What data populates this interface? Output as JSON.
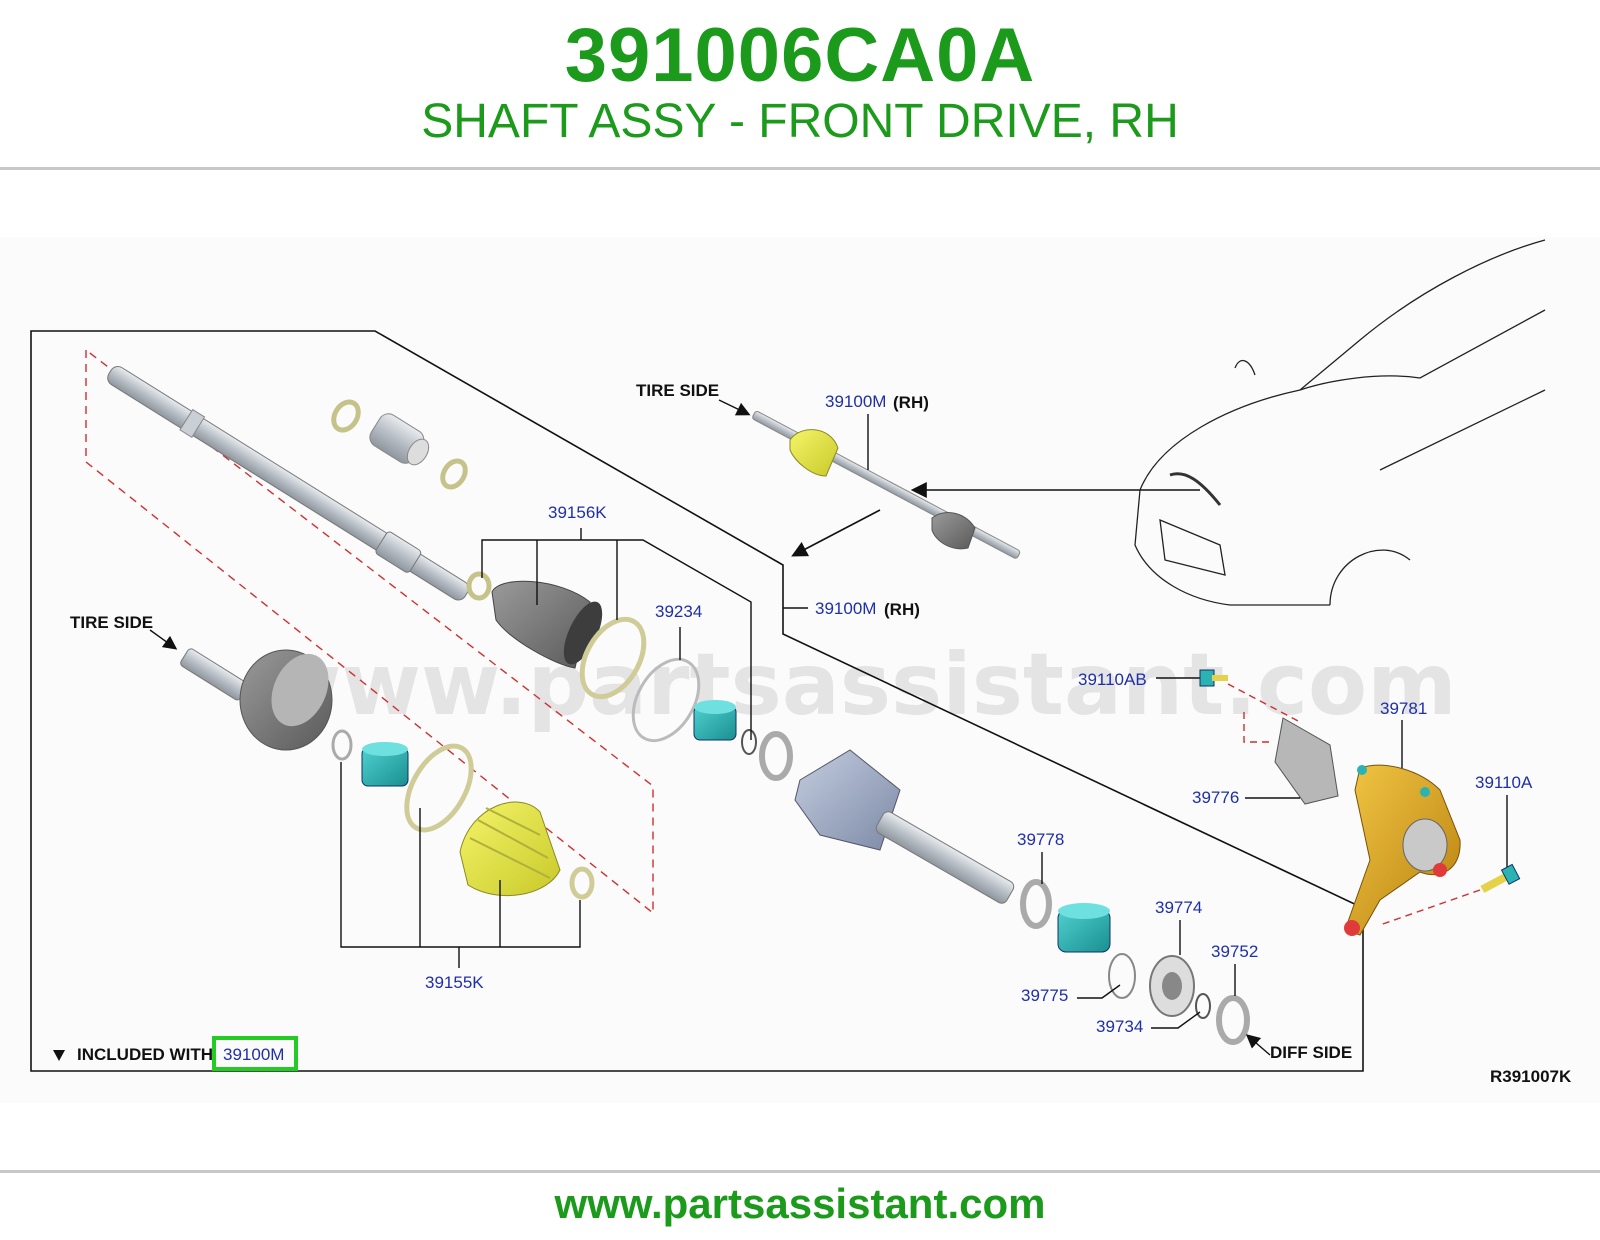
{
  "header": {
    "part_number": "391006CA0A",
    "description": "SHAFT ASSY - FRONT DRIVE, RH"
  },
  "footer": {
    "url": "www.partsassistant.com"
  },
  "watermark": "www.partsassistant.com",
  "diagram": {
    "callouts": {
      "c39156K": "39156K",
      "c39234": "39234",
      "c39155K": "39155K",
      "c39100M_top": "39100M",
      "c39100M_mid": "39100M",
      "c39110AB": "39110AB",
      "c39781": "39781",
      "c39776": "39776",
      "c39110A": "39110A",
      "c39778": "39778",
      "c39774": "39774",
      "c39752": "39752",
      "c39775": "39775",
      "c39734": "39734",
      "included_part": "39100M"
    },
    "text": {
      "rh_top": "(RH)",
      "rh_mid": "(RH)",
      "tire_side_top": "TIRE SIDE",
      "tire_side_left": "TIRE SIDE",
      "diff_side": "DIFF SIDE",
      "included_with": "INCLUDED WITH",
      "drawing_ref": "R391007K"
    }
  },
  "colors": {
    "brand_green": "#1b9a1b",
    "callout_blue": "#1f2fa8",
    "boot_yellow": "#e6e64a",
    "bearing_teal": "#2bb3b3",
    "knuckle_gold": "#d9a21e",
    "highlight_box": "#22cc22"
  }
}
